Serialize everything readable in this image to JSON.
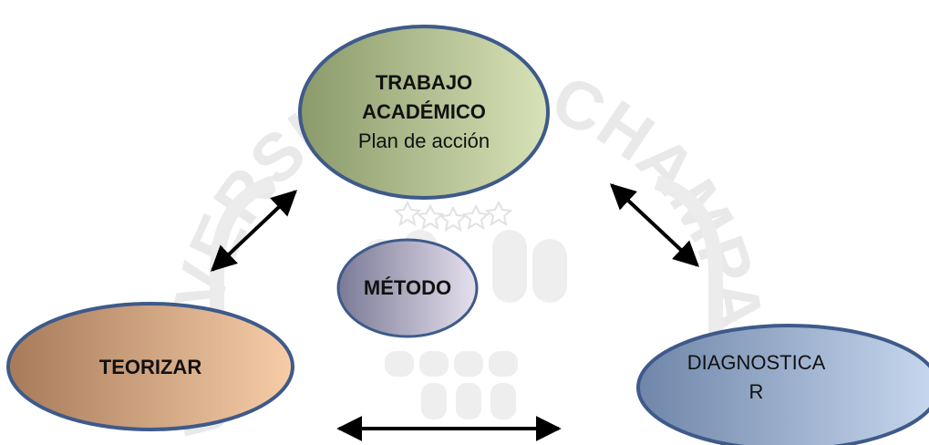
{
  "watermark": {
    "arc_text_left": "UNIVERSIDAD",
    "arc_text_right": "CHAMPAGNAT"
  },
  "colors": {
    "outline": "#3e5a8a",
    "trabajo": [
      "#8a9a6a",
      "#d8e2b8"
    ],
    "metodo": [
      "#7a7a96",
      "#e6e0ee"
    ],
    "teorizar": [
      "#a77b5a",
      "#f7cda8"
    ],
    "diagnosticar": [
      "#6f86a9",
      "#c8d8ef"
    ]
  },
  "nodes": {
    "trabajo": {
      "title_1": "TRABAJO",
      "title_2": "ACADÉMICO",
      "subtitle": "Plan de acción"
    },
    "metodo": {
      "title": "MÉTODO"
    },
    "teorizar": {
      "title": "TEORIZAR"
    },
    "diagnosticar": {
      "title_1": "DIAGNOSTICA",
      "title_2": "R"
    }
  }
}
